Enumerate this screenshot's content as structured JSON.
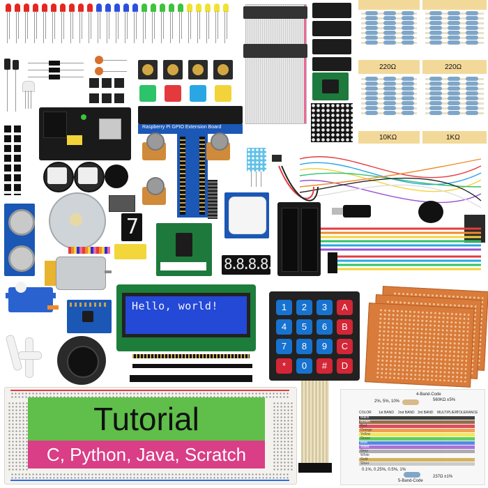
{
  "product": {
    "tutorial_title": "Tutorial",
    "tutorial_languages": "C, Python, Java, Scratch",
    "extension_board_label": "Raspberry Pi GPIO Extension Board",
    "lcd_text": "Hello, world!",
    "resistor_labels": [
      "220Ω",
      "220Ω",
      "10KΩ",
      "1KΩ"
    ],
    "seven_segment_digit": "7",
    "four_digit_display": "8.8.8.8.",
    "keypad_keys": [
      "1",
      "2",
      "3",
      "A",
      "4",
      "5",
      "6",
      "B",
      "7",
      "8",
      "9",
      "C",
      "*",
      "0",
      "#",
      "D"
    ],
    "color_card": {
      "title_top": "4-Band-Code",
      "title_bottom": "5-Band-Code",
      "example_top": "560KΩ ±5%",
      "example_bottom": "237Ω ±1%",
      "tolerance_line": "2%, 5%, 10%",
      "tolerance_line_bottom": "0.1%, 0.25%, 0.5%, 1%",
      "headers": [
        "COLOR",
        "1st BAND",
        "2nd BAND",
        "3rd BAND",
        "MULTIPLIER",
        "TOLERANCE"
      ],
      "colors": [
        "Black",
        "Brown",
        "Red",
        "Orange",
        "Yellow",
        "Green",
        "Blue",
        "Violet",
        "Grey",
        "White",
        "Gold",
        "Silver"
      ]
    }
  },
  "colors": {
    "led_red": "#e8261f",
    "led_blue": "#2b4fe0",
    "led_green": "#3cc43a",
    "led_yellow": "#f1e22f",
    "lcd_blue": "#2349d6",
    "breadboard_green": "#5fbf4a",
    "breadboard_pink": "#d93e86",
    "proto_orange": "#d97b3a"
  },
  "icons": [
    "led-icon",
    "resistor-icon",
    "servo-icon",
    "joystick-icon",
    "buzzer-icon",
    "motor-icon",
    "pir-sensor-icon",
    "ultrasonic-sensor-icon"
  ]
}
